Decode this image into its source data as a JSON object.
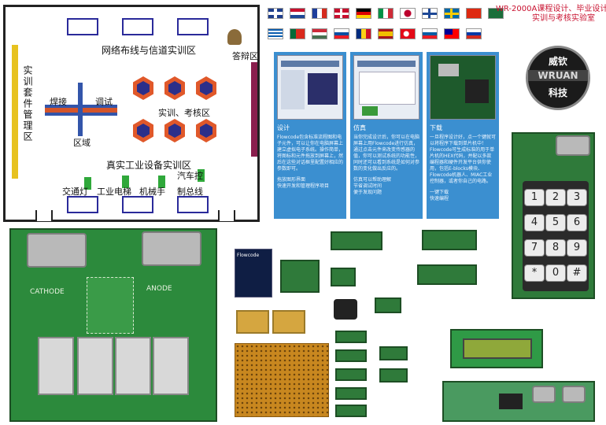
{
  "header": {
    "line1": "WR-2000A课程设计、毕业设计",
    "line2": "实训与考核实验室"
  },
  "logo": {
    "top": "威钦",
    "brand": "WRUAN",
    "bottom": "科技"
  },
  "floorplan": {
    "network_area": "网络布线与信道实训区",
    "defense_area": "答辩区",
    "kit_area": "实训套件管理区",
    "welding": "焊接",
    "debug": "调试",
    "training_exam": "实训、考核区",
    "zone": "区域",
    "industrial_area": "真实工业设备实训区",
    "traffic_light": "交通灯",
    "elevator": "工业电梯",
    "robot": "机械手",
    "car_control": "汽车控",
    "assembly_line": "制总线"
  },
  "cards": [
    {
      "title": "设计",
      "body": "Flowcode包含标准流程图和电子元件，可以让你在电脑屏幕上建立虚拟电子系统。操作简单，将图标和元件拖放到屏幕上，然后在这些对话框里配置好相应的参数即可。",
      "bullets": [
        "拖放图形界面",
        "快速开发和管理程序项目"
      ]
    },
    {
      "title": "仿真",
      "body": "当你完成设计后，你可以在电脑屏幕上用Flowcode进行仿真，通过点击元件来改变传感器的值，你可以测试系统的功能性，同时还可以看到系统是如何对参数的变化做出反应的。",
      "bullets": [
        "仿真可以帮助理解",
        "节省调试时间",
        "便于发现问题"
      ]
    },
    {
      "title": "下载",
      "body": "一旦程序设计好，点一个键就可以将程序下载到单片机中！Flowcode可生成标准的用于单片机的HEX代码，并配以多款编程器和硬件开发平台供你使用，包括E-blocks模块、Flowcode机器人、MIAC工业控制器，或者你自己的电路。",
      "bullets": [
        "一键下载",
        "快速编程"
      ]
    }
  ],
  "keypad": {
    "keys": [
      "1",
      "2",
      "3",
      "4",
      "5",
      "6",
      "7",
      "8",
      "9",
      "*",
      "0",
      "#"
    ]
  },
  "boards": {
    "cathode": "CATHODE",
    "anode": "ANODE",
    "book_title": "Flowcode"
  }
}
